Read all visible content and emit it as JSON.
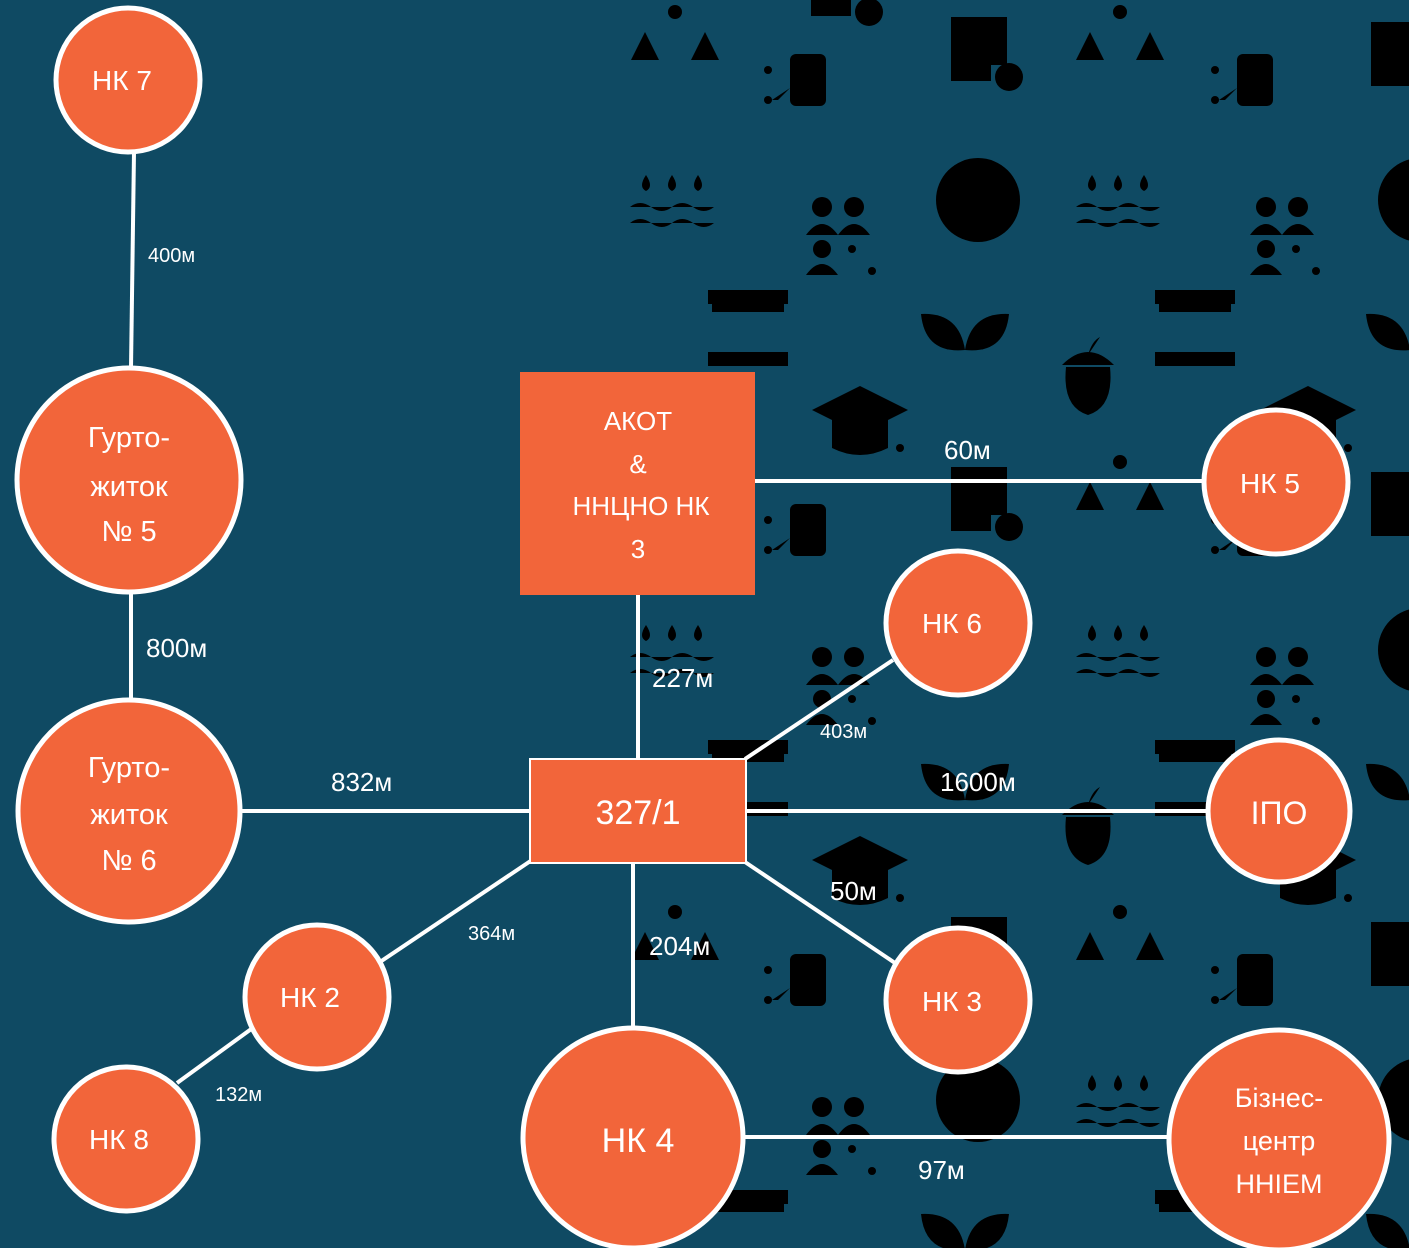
{
  "colors": {
    "background": "#0f4a63",
    "node_fill": "#f2653a",
    "line": "#ffffff",
    "pattern": "#3f6e84"
  },
  "nodes": {
    "nk7": "НК 7",
    "dorm5": [
      "Гурто-",
      "житок",
      "№ 5"
    ],
    "dorm6": [
      "Гурто-",
      "житок",
      "№ 6"
    ],
    "akot": [
      "АКОТ",
      "&",
      "ННЦНО НК",
      "3"
    ],
    "nk5": "НК 5",
    "nk6": "НК 6",
    "center": "327/1",
    "ipo": "ІПО",
    "nk2": "НК 2",
    "nk3": "НК 3",
    "nk8": "НК 8",
    "nk4": "НК 4",
    "business": [
      "Бізнес-",
      "центр",
      "ННІЕМ"
    ]
  },
  "distances": {
    "nk7_dorm5": "400м",
    "dorm5_dorm6": "800м",
    "dorm6_center": "832м",
    "akot_center": "227м",
    "akot_nk5": "60м",
    "center_nk6": "403м",
    "center_ipo": "1600м",
    "center_nk2": "364м",
    "center_nk4": "204м",
    "center_nk3": "50м",
    "nk2_nk8": "132м",
    "nk4_business": "97м"
  },
  "background_icons": [
    "scales-icon",
    "circuit-icon",
    "server-gear-icon",
    "water-drops-icon",
    "people-percent-icon",
    "tree-seal-icon",
    "museum-icon",
    "sprout-icon",
    "acorn-icon",
    "graduation-cap-icon"
  ]
}
